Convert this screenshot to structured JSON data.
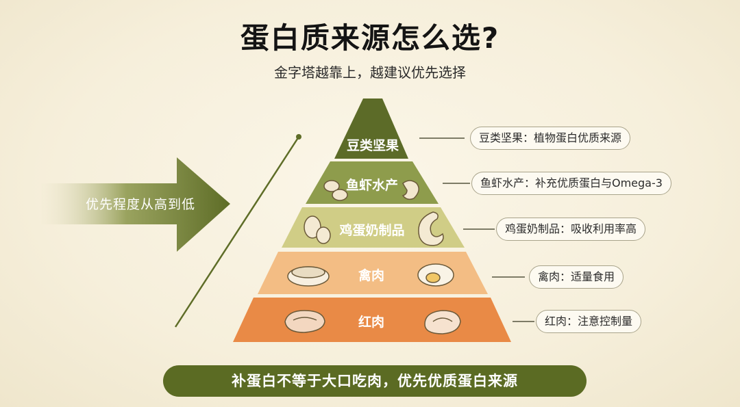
{
  "header": {
    "title": "蛋白质来源怎么选?",
    "subtitle": "金字塔越靠上，越建议优先选择"
  },
  "arrow": {
    "label": "优先程度从高到低"
  },
  "tiers": [
    {
      "label": "豆类坚果",
      "color": "#5c6b28",
      "icons": []
    },
    {
      "label": "鱼虾水产",
      "color": "#8e9c4c",
      "icons": [
        "nuts-icon",
        "cashew-icon"
      ]
    },
    {
      "label": "鸡蛋奶制品",
      "color": "#d0cd86",
      "icons": [
        "eggs-icon",
        "cashew-nut-icon"
      ]
    },
    {
      "label": "禽肉",
      "color": "#f3bd84",
      "icons": [
        "rice-bowl-icon",
        "boiled-egg-icon"
      ]
    },
    {
      "label": "红肉",
      "color": "#e98a46",
      "icons": [
        "steak-icon",
        "meat-slice-icon"
      ]
    }
  ],
  "callouts": [
    "豆类坚果：植物蛋白优质来源",
    "鱼虾水产：补充优质蛋白与Omega-3",
    "鸡蛋奶制品：吸收利用率高",
    "禽肉：适量食用",
    "红肉：注意控制量"
  ],
  "footer": {
    "text": "补蛋白不等于大口吃肉，优先优质蛋白来源"
  }
}
